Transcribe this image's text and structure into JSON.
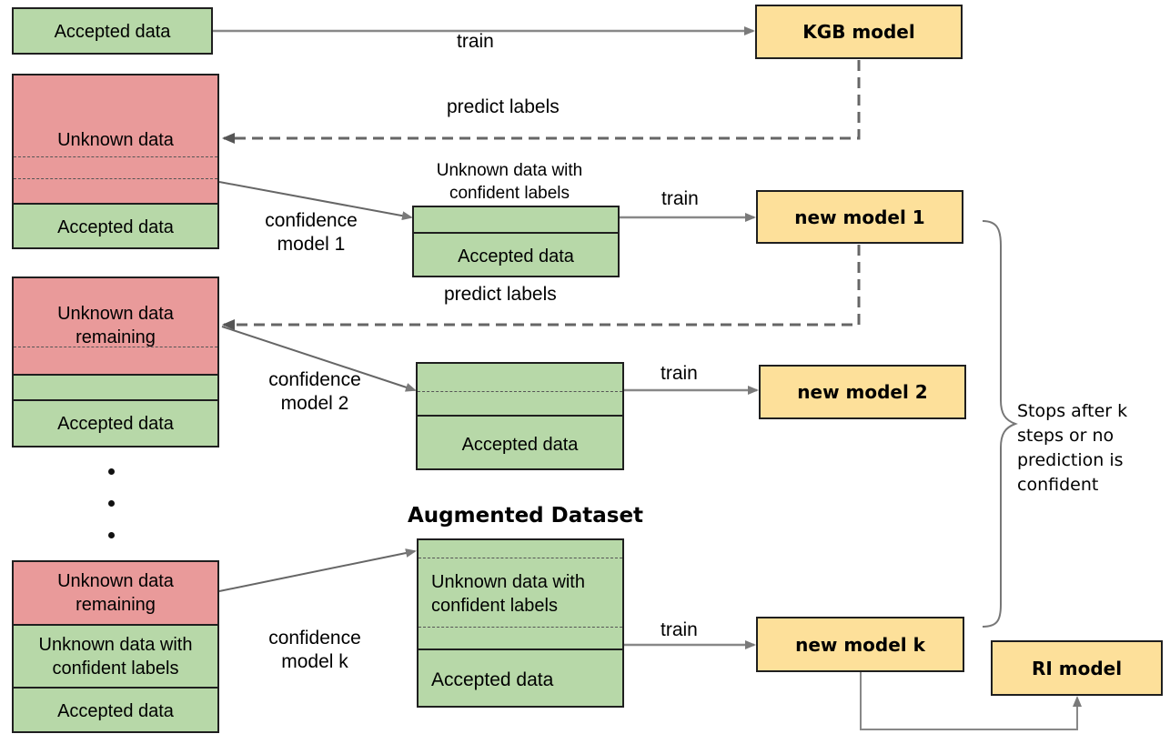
{
  "nodes": {
    "accepted_top": "Accepted data",
    "kgb_model": "KGB model",
    "unknown_1": "Unknown data",
    "accepted_1": "Accepted data",
    "confident_caption": "Unknown data with\nconfident labels",
    "accepted_mid1": "Accepted data",
    "new_model_1": "new model 1",
    "unknown_2": "Unknown data\nremaining",
    "accepted_2": "Accepted data",
    "accepted_mid2": "Accepted data",
    "new_model_2": "new model 2",
    "unknown_k": "Unknown data\nremaining",
    "unknown_conf_k": "Unknown data with\nconfident labels",
    "accepted_k": "Accepted data",
    "augmented_title": "Augmented Dataset",
    "aug_unknown": "Unknown data with\nconfident labels",
    "aug_accepted": "Accepted data",
    "new_model_k": "new model k",
    "ri_model": "RI model"
  },
  "edges": {
    "train_top": "train",
    "predict_1": "predict labels",
    "confidence_1": "confidence\nmodel 1",
    "train_1": "train",
    "predict_2": "predict labels",
    "confidence_2": "confidence\nmodel 2",
    "train_2": "train",
    "confidence_k": "confidence\nmodel k",
    "train_k": "train"
  },
  "brace_note": "Stops after k\nsteps or no\nprediction is\nconfident",
  "colors": {
    "green": "#b7d8a8",
    "red": "#e99a9a",
    "yellow": "#fde09a",
    "arrow": "#888888",
    "dashed_arrow": "#666666"
  }
}
